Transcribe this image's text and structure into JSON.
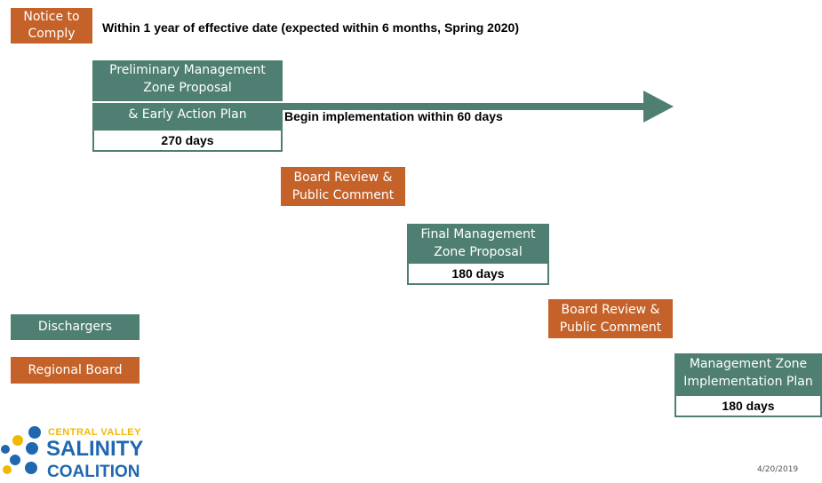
{
  "colors": {
    "discharger_green": "#4f7f72",
    "regional_orange": "#c5622a",
    "logo_blue": "#1f67b1",
    "logo_yellow": "#f2b705"
  },
  "notice": {
    "line1": "Notice to",
    "line2": "Comply"
  },
  "header_text": "Within 1 year of effective date (expected within 6 months, Spring 2020)",
  "preliminary": {
    "line1": "Preliminary Management",
    "line2": "Zone Proposal",
    "line3": "& Early Action Plan",
    "days": "270 days"
  },
  "implementation_text": "Begin implementation within 60 days",
  "board_review_1": {
    "line1": "Board Review &",
    "line2": "Public Comment"
  },
  "final": {
    "line1": "Final Management",
    "line2": "Zone Proposal",
    "days": "180 days"
  },
  "board_review_2": {
    "line1": "Board Review &",
    "line2": "Public Comment"
  },
  "mz_plan": {
    "line1": "Management Zone",
    "line2": "Implementation Plan",
    "days": "180 days"
  },
  "legend": {
    "dischargers": "Dischargers",
    "regional_board": "Regional Board"
  },
  "logo": {
    "line1": "CENTRAL VALLEY",
    "line2": "SALINITY",
    "line3": "COALITION"
  },
  "footer_date": "4/20/2019"
}
